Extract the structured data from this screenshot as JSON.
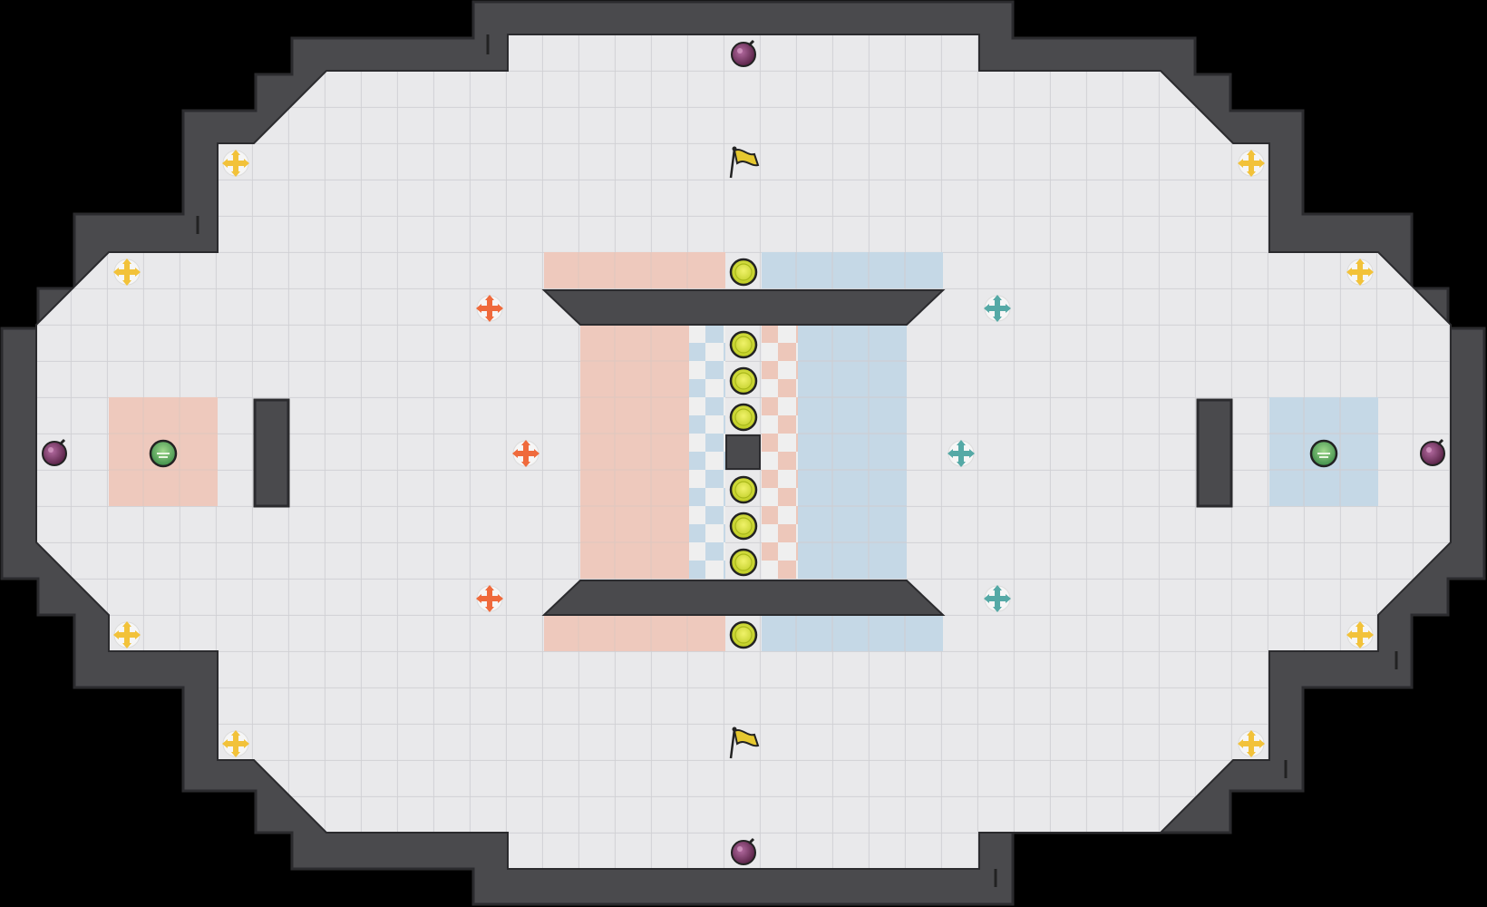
{
  "map": {
    "name": "",
    "colors": {
      "background": "#000000",
      "wall": "#4a4a4d",
      "wall_edge": "#2c2c2f",
      "floor": "#e6e6e8",
      "grid": "#c9c9cc",
      "red_zone": "#eec9bd",
      "blue_zone": "#c5d8e6",
      "yellow_powerup": "#f2c23a",
      "red_booster": "#ef6a3c",
      "teal_booster": "#55a9a6",
      "gate": "#d7e03a",
      "bomb": "#7a3a6a",
      "portal": "#4fa85c",
      "flag": "#e6c830"
    },
    "tiles": {
      "floor": "floor-tile",
      "wall": "wall-tile",
      "red_team_tile": "red-team-tile",
      "blue_team_tile": "blue-team-tile"
    },
    "items": {
      "bomb": "bomb-icon",
      "powerup": "powerup-icon",
      "red_boost": "red-booster-icon",
      "teal_boost": "teal-booster-icon",
      "gate": "gate-icon",
      "portal": "portal-icon",
      "flag": "flag-icon"
    },
    "counts": {
      "flags": 2,
      "bombs": 4,
      "powerups": 8,
      "red_boosters": 3,
      "teal_boosters": 3,
      "portals": 2,
      "gates": 8
    }
  }
}
